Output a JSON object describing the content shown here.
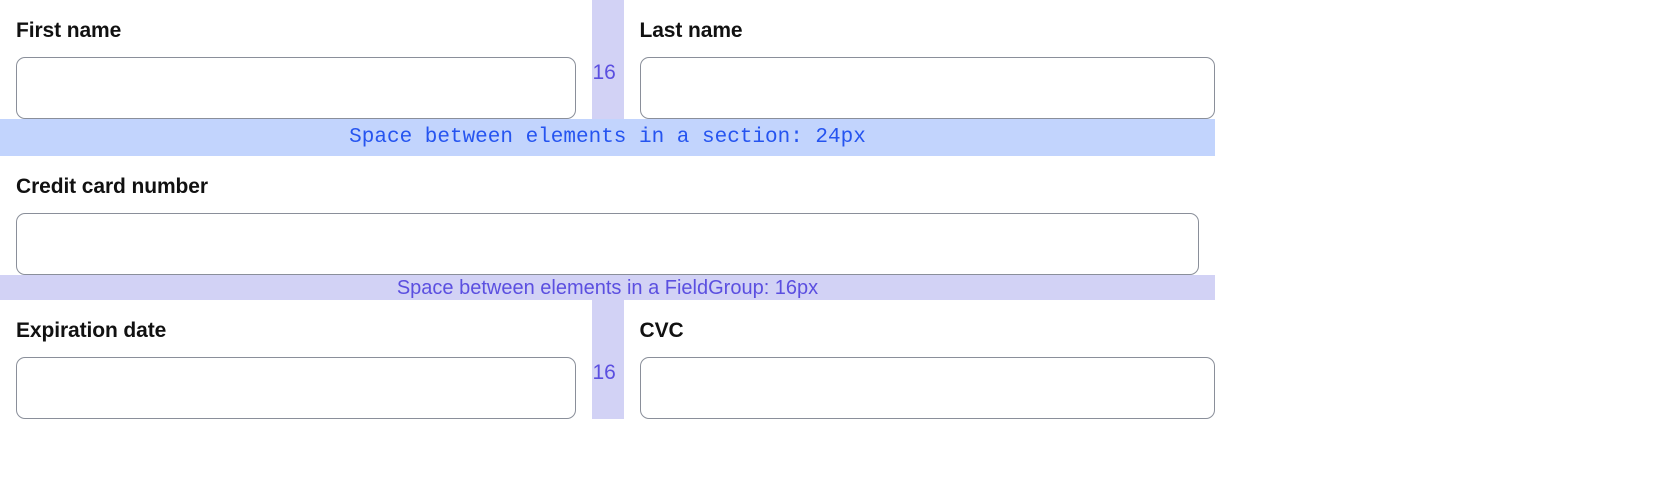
{
  "form": {
    "rows": [
      {
        "type": "pair",
        "left": {
          "label": "First name",
          "value": "",
          "placeholder": ""
        },
        "gap": {
          "value": "16"
        },
        "right": {
          "label": "Last name",
          "value": "",
          "placeholder": ""
        }
      },
      {
        "type": "band-section",
        "text": "Space between elements in a section: 24px"
      },
      {
        "type": "single",
        "left": {
          "label": "Credit card number",
          "value": "",
          "placeholder": ""
        }
      },
      {
        "type": "band-fieldgroup",
        "text": "Space between elements in a FieldGroup: 16px"
      },
      {
        "type": "pair",
        "left": {
          "label": "Expiration date",
          "value": "",
          "placeholder": ""
        },
        "gap": {
          "value": "16"
        },
        "right": {
          "label": "CVC",
          "value": "",
          "placeholder": ""
        }
      }
    ]
  },
  "annotations": {
    "section_band_label": "Space between elements in a section: 24px",
    "fieldgroup_band_label": "Space between elements in a FieldGroup: 16px",
    "horizontal_gap_label": "16"
  },
  "colors": {
    "section_band_bg": "#c2d4fd",
    "section_band_text": "#2554f0",
    "fieldgroup_band_bg": "#d2d2f5",
    "fieldgroup_band_text": "#5b4fe0",
    "gap_column_bg": "#d2d2f5",
    "input_border": "#8a8f9a",
    "label_text": "#111111",
    "page_bg": "#ffffff"
  }
}
